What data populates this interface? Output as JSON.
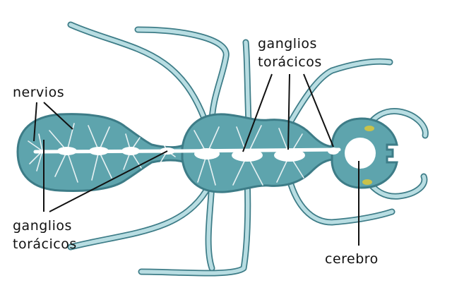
{
  "labels": {
    "nervios": "nervios",
    "ganglios_left_line1": "ganglios",
    "ganglios_left_line2": "torácicos",
    "ganglios_top_line1": "ganglios",
    "ganglios_top_line2": "torácicos",
    "cerebro": "cerebro"
  },
  "colors": {
    "body": "#5ea4ad",
    "outline": "#3d7c87",
    "leg_fill": "#b8dde2",
    "nerve": "#ffffff",
    "eye_accent": "#c9c24a"
  }
}
